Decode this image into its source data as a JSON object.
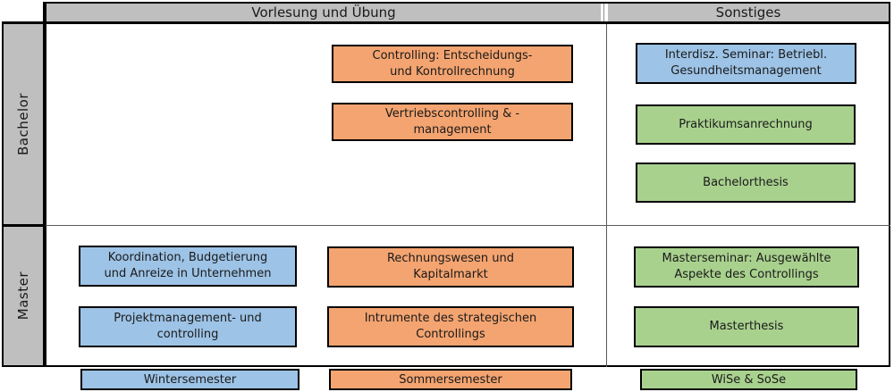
{
  "headers": {
    "vorlesung": "Vorlesung und Übung",
    "sonstiges": "Sonstiges"
  },
  "row_labels": {
    "bachelor": "Bachelor",
    "master": "Master"
  },
  "colors": {
    "wintersemester_blue": "#9DC3E6",
    "sommersemester_orange": "#F4A470",
    "wise_sose_green": "#A9D18E",
    "header_gray": "#BFBFBF",
    "border_black": "#000000"
  },
  "courses": [
    {
      "id": "controlling-entscheidungs-kontrollrechnung",
      "line1": "Controlling: Entscheidungs-",
      "line2": "und Kontrollrechnung",
      "semester": "Sommersemester",
      "level": "Bachelor",
      "column": "Vorlesung und Übung"
    },
    {
      "id": "vertriebscontrolling-management",
      "line1": "Vertriebscontrolling & -",
      "line2": "management",
      "semester": "Sommersemester",
      "level": "Bachelor",
      "column": "Vorlesung und Übung"
    },
    {
      "id": "interdisz-seminar-gesundheitsmanagement",
      "line1": "Interdisz. Seminar: Betriebl.",
      "line2": "Gesundheitsmanagement",
      "semester": "Wintersemester",
      "level": "Bachelor",
      "column": "Sonstiges"
    },
    {
      "id": "praktikumsanrechnung",
      "line1": "Praktikumsanrechnung",
      "line2": "",
      "semester": "WiSe & SoSe",
      "level": "Bachelor",
      "column": "Sonstiges"
    },
    {
      "id": "bachelorthesis",
      "line1": "Bachelorthesis",
      "line2": "",
      "semester": "WiSe & SoSe",
      "level": "Bachelor",
      "column": "Sonstiges"
    },
    {
      "id": "koordination-budgetierung-anreize",
      "line1": "Koordination, Budgetierung",
      "line2": "und Anreize in Unternehmen",
      "semester": "Wintersemester",
      "level": "Master",
      "column": "Vorlesung und Übung"
    },
    {
      "id": "projektmanagement-controlling",
      "line1": "Projektmanagement- und",
      "line2": "controlling",
      "semester": "Wintersemester",
      "level": "Master",
      "column": "Vorlesung und Übung"
    },
    {
      "id": "rechnungswesen-kapitalmarkt",
      "line1": "Rechnungswesen und",
      "line2": "Kapitalmarkt",
      "semester": "Sommersemester",
      "level": "Master",
      "column": "Vorlesung und Übung"
    },
    {
      "id": "instrumente-strategisches-controlling",
      "line1": "Intrumente des strategischen",
      "line2": "Controllings",
      "semester": "Sommersemester",
      "level": "Master",
      "column": "Vorlesung und Übung"
    },
    {
      "id": "masterseminar-aspekte-controlling",
      "line1": "Masterseminar: Ausgewählte",
      "line2": "Aspekte des Controllings",
      "semester": "WiSe & SoSe",
      "level": "Master",
      "column": "Sonstiges"
    },
    {
      "id": "masterthesis",
      "line1": "Masterthesis",
      "line2": "",
      "semester": "WiSe & SoSe",
      "level": "Master",
      "column": "Sonstiges"
    }
  ],
  "legend": [
    {
      "label": "Wintersemester",
      "color": "#9DC3E6"
    },
    {
      "label": "Sommersemester",
      "color": "#F4A470"
    },
    {
      "label": "WiSe & SoSe",
      "color": "#A9D18E"
    }
  ]
}
